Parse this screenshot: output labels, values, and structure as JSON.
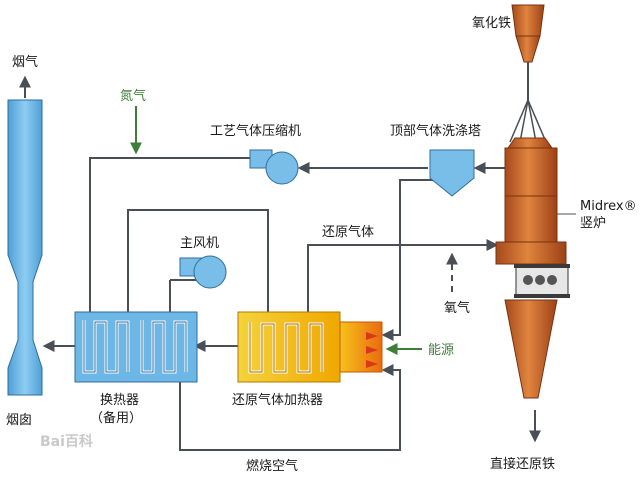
{
  "labels": {
    "chimney_gas": "烟气",
    "nitrogen": "氮气",
    "compressor": "工艺气体压缩机",
    "scrubber": "顶部气体洗涤塔",
    "iron_oxide": "氧化铁",
    "midrex": "Midrex®",
    "shaft_furnace": "竖炉",
    "main_fan": "主风机",
    "reducing_gas": "还原气体",
    "oxygen": "氧气",
    "energy": "能源",
    "heat_exchanger": "换热器",
    "heat_exchanger_note": "（备用）",
    "reducing_gas_heater": "还原气体加热器",
    "chimney": "烟囱",
    "combustion_air": "燃烧空气",
    "dri": "直接还原铁"
  },
  "watermark": "Bai百科",
  "colors": {
    "pipe": "#4a4f57",
    "chimney_fill": "#5da9dc",
    "exchanger_fill": "#6cb7e6",
    "heater_fill": "#f2b600",
    "furnace_fill": "#c8642a",
    "equipment_fill": "#79bde9",
    "green": "#3f7d3a"
  }
}
